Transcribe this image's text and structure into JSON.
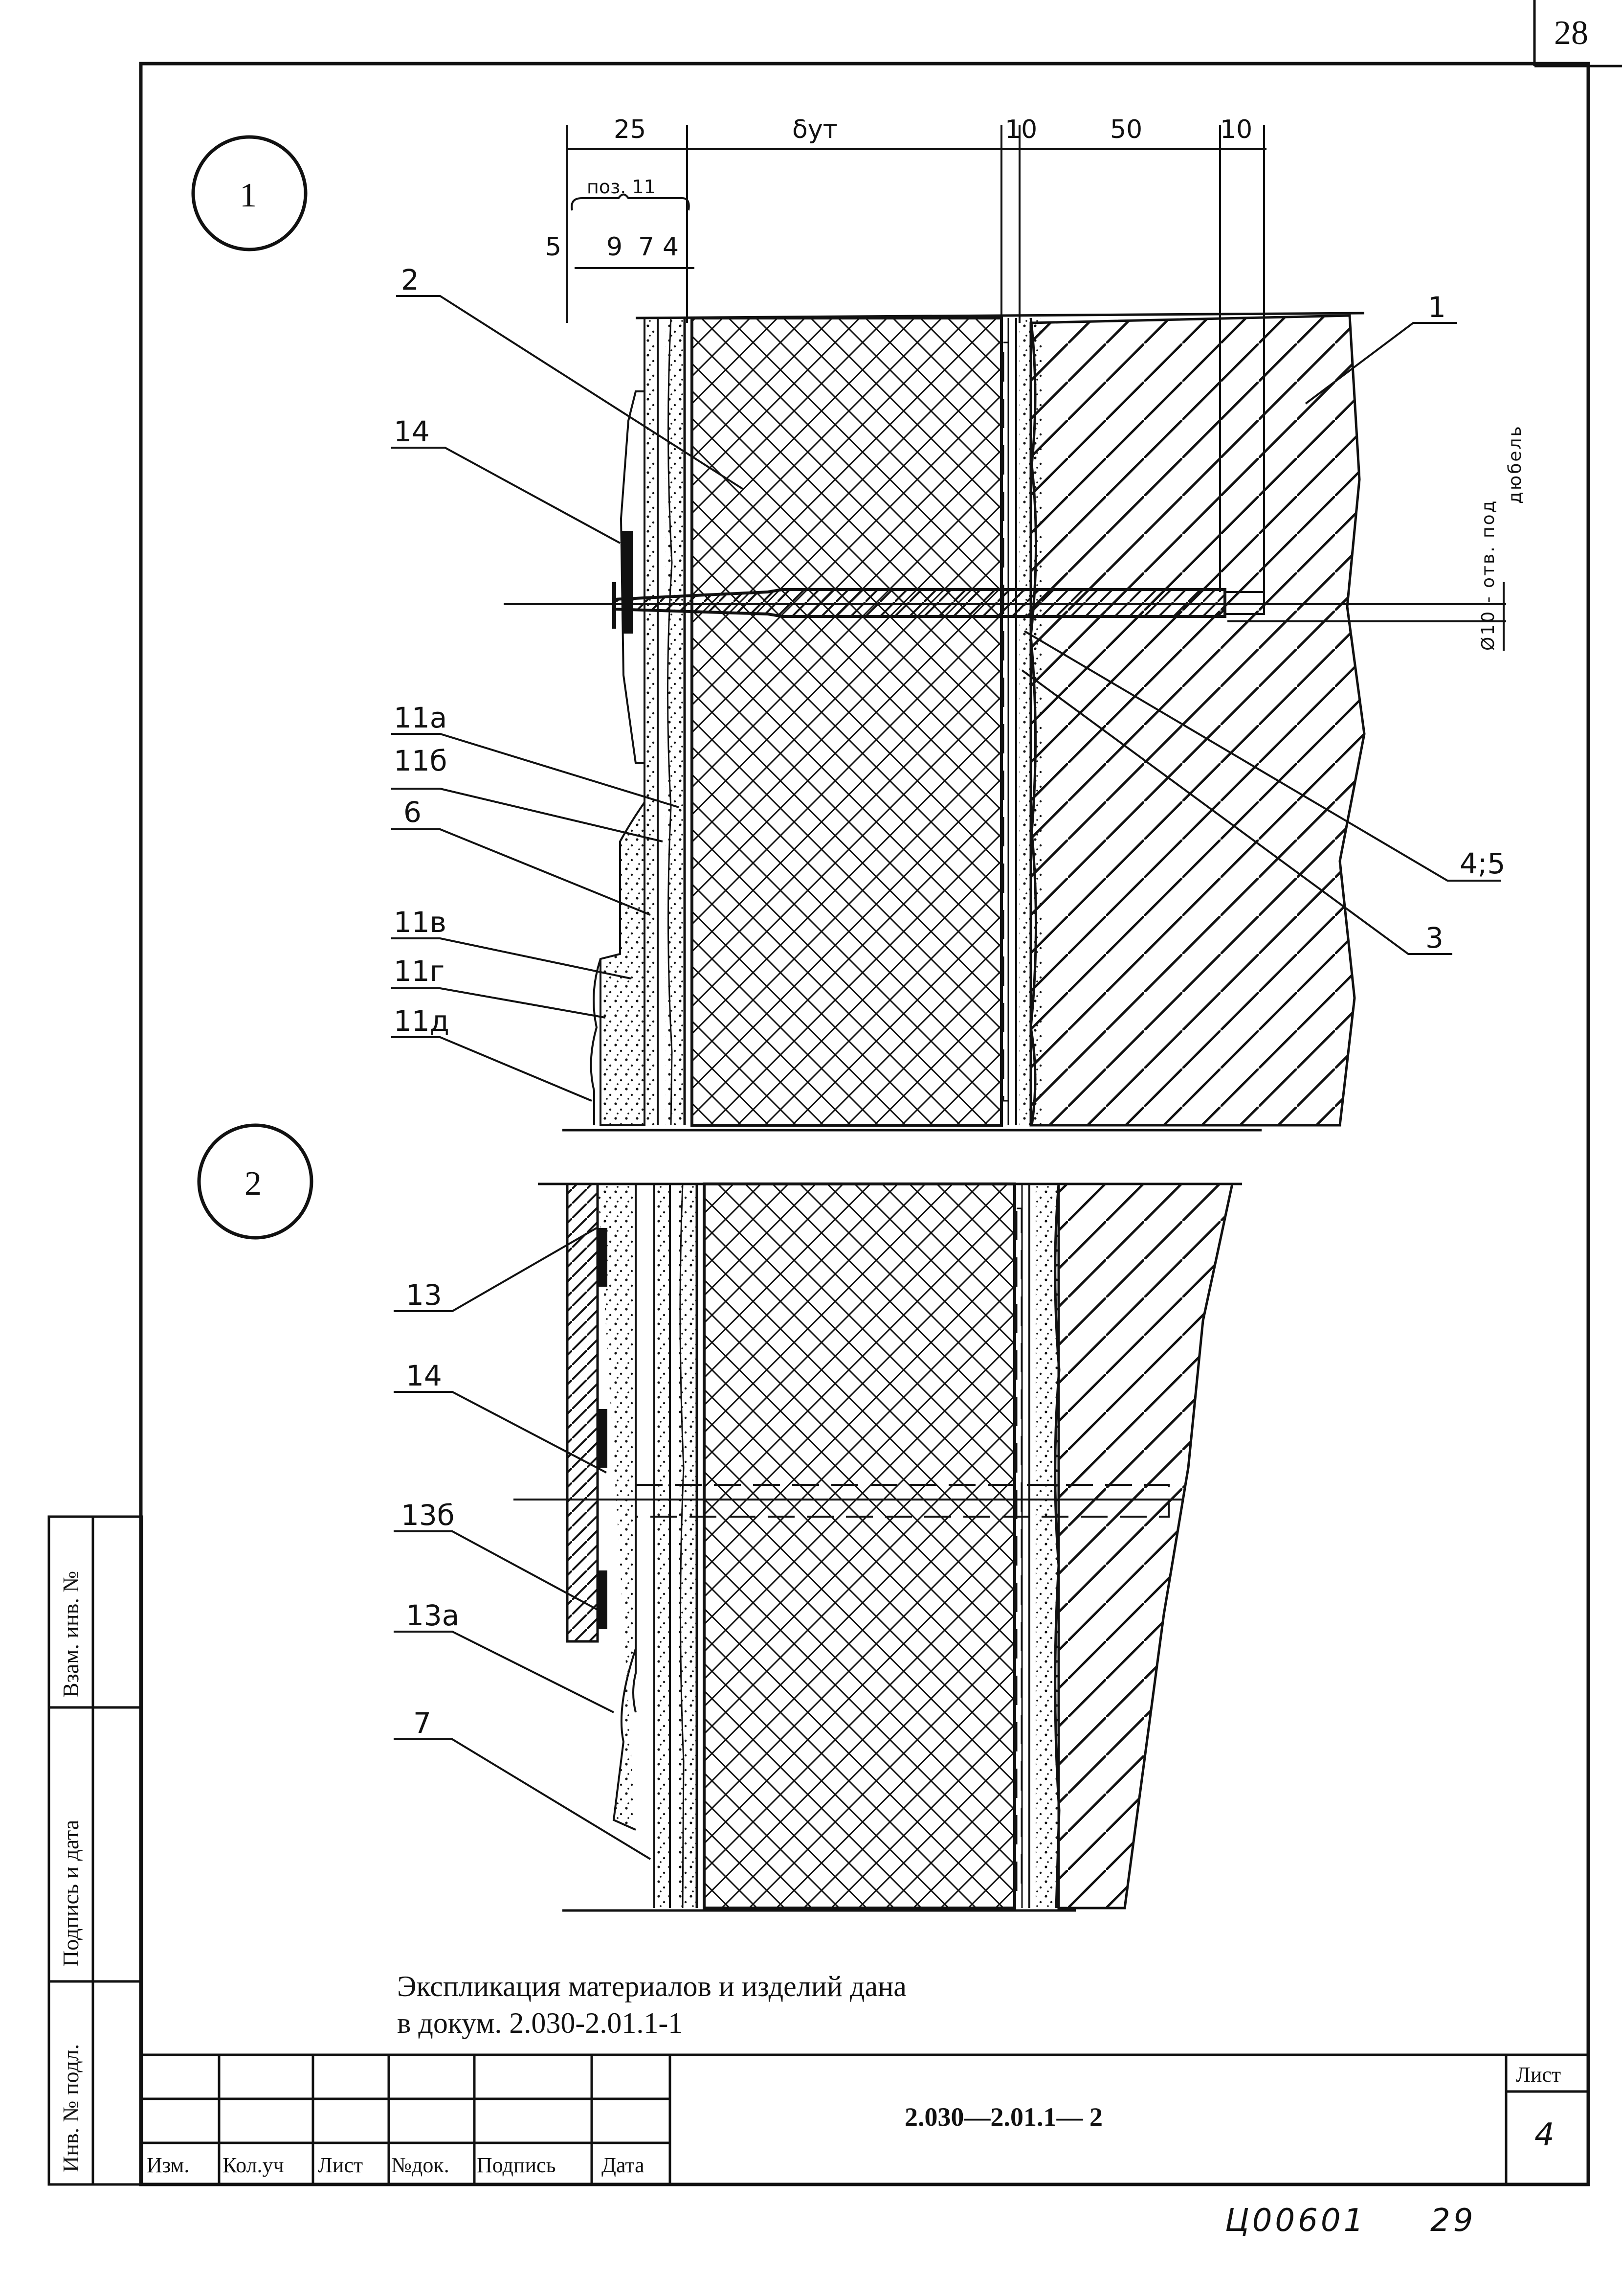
{
  "page_number": "28",
  "details": [
    {
      "number": "1"
    },
    {
      "number": "2"
    }
  ],
  "dimensions_top": [
    "25",
    "δут",
    "10",
    "50",
    "10"
  ],
  "position_group_label": "поз. 11",
  "dimensions_sub": [
    "5",
    "9",
    "7",
    "4"
  ],
  "hole_note": {
    "line1": "Ø10 - отв. под",
    "line2": "дюбель"
  },
  "callouts_detail1": [
    "2",
    "14",
    "11а",
    "11б",
    "6",
    "11в",
    "11г",
    "11д",
    "1",
    "4;5",
    "3"
  ],
  "callouts_detail2": [
    "13",
    "14",
    "13б",
    "13а",
    "7"
  ],
  "note": {
    "line1": "Экспликация материалов и изделий дана",
    "line2": "в докум. 2.030-2.01.1-1"
  },
  "title_block": {
    "headers": [
      "Изм.",
      "Кол.уч",
      "Лист",
      "№док.",
      "Подпись",
      "Дата"
    ],
    "document_code": "2.030—2.01.1— 2",
    "sheet_label": "Лист",
    "sheet_number": "4"
  },
  "side_block": [
    "Взам. инв. №",
    "Подпись и дата",
    "Инв. № подл."
  ],
  "archive_code": "Ц00601",
  "archive_page": "29"
}
